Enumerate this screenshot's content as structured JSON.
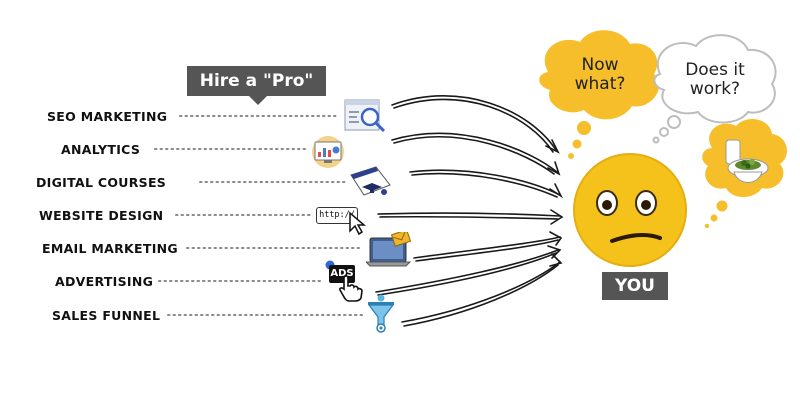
{
  "banner": {
    "label": "Hire a \"Pro\""
  },
  "services": [
    {
      "label": "SEO MARKETING",
      "icon": "seo-magnifier-icon"
    },
    {
      "label": "ANALYTICS",
      "icon": "analytics-dashboard-icon"
    },
    {
      "label": "DIGITAL COURSES",
      "icon": "graduation-certificate-icon"
    },
    {
      "label": "WEBSITE DESIGN",
      "icon": "url-cursor-icon"
    },
    {
      "label": "EMAIL MARKETING",
      "icon": "laptop-mail-icon"
    },
    {
      "label": "ADVERTISING",
      "icon": "ads-click-icon"
    },
    {
      "label": "SALES FUNNEL",
      "icon": "funnel-gear-icon"
    }
  ],
  "thoughts": {
    "left": {
      "line1": "Now",
      "line2": "what?"
    },
    "right": {
      "line1": "Does it",
      "line2": "work?"
    }
  },
  "url_text": "http://",
  "ads_text": "ADS",
  "you_label": "YOU",
  "colors": {
    "bubble": "#F7BE2B",
    "emoji": "#F5C21B",
    "banner": "#555555"
  }
}
